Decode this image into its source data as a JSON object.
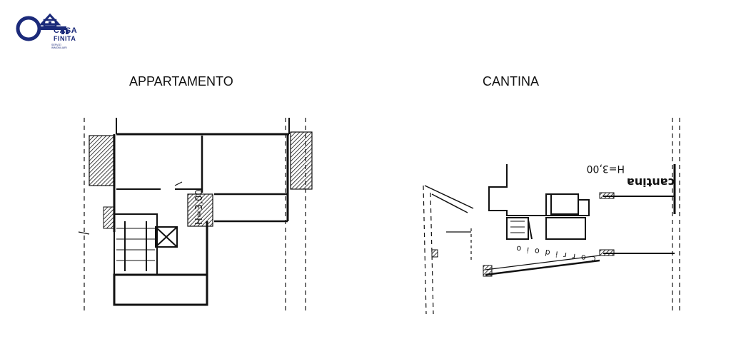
{
  "logo": {
    "line1": "CASA",
    "line2": "FINITA",
    "tagline": "SERVIZI IMMOBILIARI",
    "color": "#1b2a7a"
  },
  "apartment": {
    "title": "APPARTAMENTO",
    "height_label": "H=3,00"
  },
  "cellar": {
    "title": "CANTINA",
    "room_label": "cantina",
    "height_label": "H=3,00",
    "corridor_label": "corridoio"
  }
}
